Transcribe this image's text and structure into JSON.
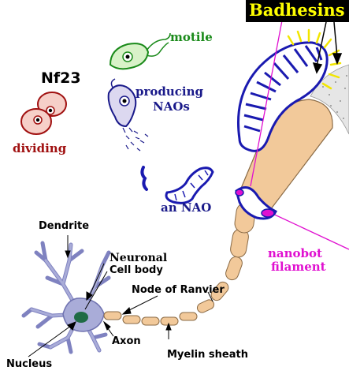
{
  "labels": {
    "badhesins": "Badhesins",
    "motile": "motile",
    "nf23": "Nf23",
    "producing": "producing",
    "naos": "NAOs",
    "dividing": "dividing",
    "an_nao": "an NAO",
    "dendrite": "Dendrite",
    "neuronal": "Neuronal",
    "cell_body": "Cell body",
    "node_of_ranvier": "Node of Ranvier",
    "nanobot": "nanobot",
    "filament": "filament",
    "axon": "Axon",
    "myelin_sheath": "Myelin sheath",
    "nucleus": "Nucleus"
  },
  "colors": {
    "title_bg": "#000000",
    "title_text": "#ffff00",
    "motile": "#1a8a1a",
    "producing": "#1a1a8a",
    "dividing": "#a01010",
    "nao_blue": "#1a1ab0",
    "nanobot": "#e010d0",
    "myelin": "#f2c99a",
    "neuron_body": "#a9acd8"
  }
}
